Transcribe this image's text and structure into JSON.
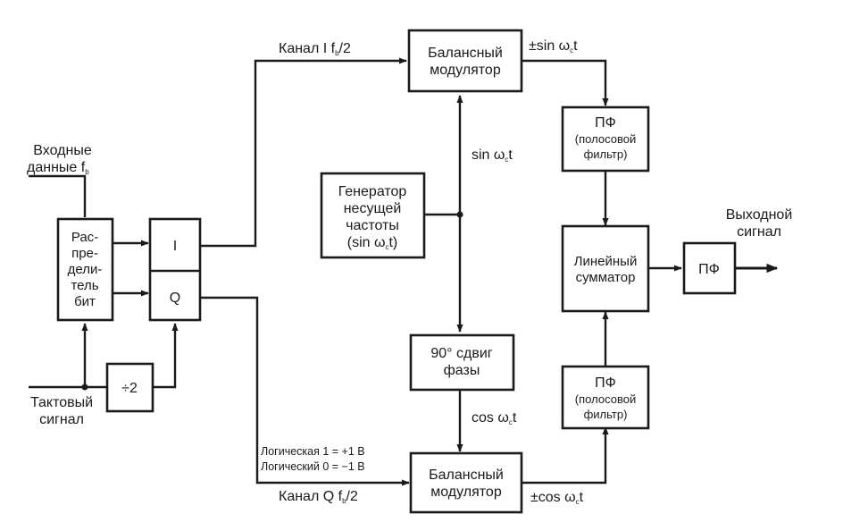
{
  "input": {
    "line1": "Входные",
    "line2_main": "данные f",
    "line2_sub": "b"
  },
  "clock": {
    "line1": "Тактовый",
    "line2": "сигнал"
  },
  "splitter": {
    "line1": "Рас-",
    "line2": "пре-",
    "line3": "дели-",
    "line4": "тель",
    "line5": "бит"
  },
  "iq": {
    "i": "I",
    "q": "Q"
  },
  "divider": {
    "label": "÷2"
  },
  "channel_i": {
    "main": "Канал I f",
    "sub": "b",
    "tail": "/2"
  },
  "channel_q": {
    "main": "Канал Q f",
    "sub": "b",
    "tail": "/2"
  },
  "logic": {
    "line1": "Логическая 1 = +1 В",
    "line2": "Логический 0 = −1 В"
  },
  "modulator_top": {
    "line1": "Балансный",
    "line2": "модулятор"
  },
  "modulator_bottom": {
    "line1": "Балансный",
    "line2": "модулятор"
  },
  "generator": {
    "line1": "Генератор",
    "line2": "несущей",
    "line3": "частоты",
    "line4_main": "(sin ω",
    "line4_sub": "c",
    "line4_tail": "t)"
  },
  "phase_shift": {
    "line1": "90° сдвиг",
    "line2": "фазы"
  },
  "sin_label": {
    "main": "sin ω",
    "sub": "c",
    "tail": "t"
  },
  "cos_label": {
    "main": "cos ω",
    "sub": "c",
    "tail": "t"
  },
  "pm_sin": {
    "main": "±sin ω",
    "sub": "c",
    "tail": "t"
  },
  "pm_cos": {
    "main": "±cos ω",
    "sub": "c",
    "tail": "t"
  },
  "bpf_top": {
    "line1": "ПФ",
    "line2": "(полосовой",
    "line3": "фильтр)"
  },
  "bpf_bottom": {
    "line1": "ПФ",
    "line2": "(полосовой",
    "line3": "фильтр)"
  },
  "summer": {
    "line1": "Линейный",
    "line2": "сумматор"
  },
  "out_filter": {
    "label": "ПФ"
  },
  "output": {
    "line1": "Выходной",
    "line2": "сигнал"
  }
}
